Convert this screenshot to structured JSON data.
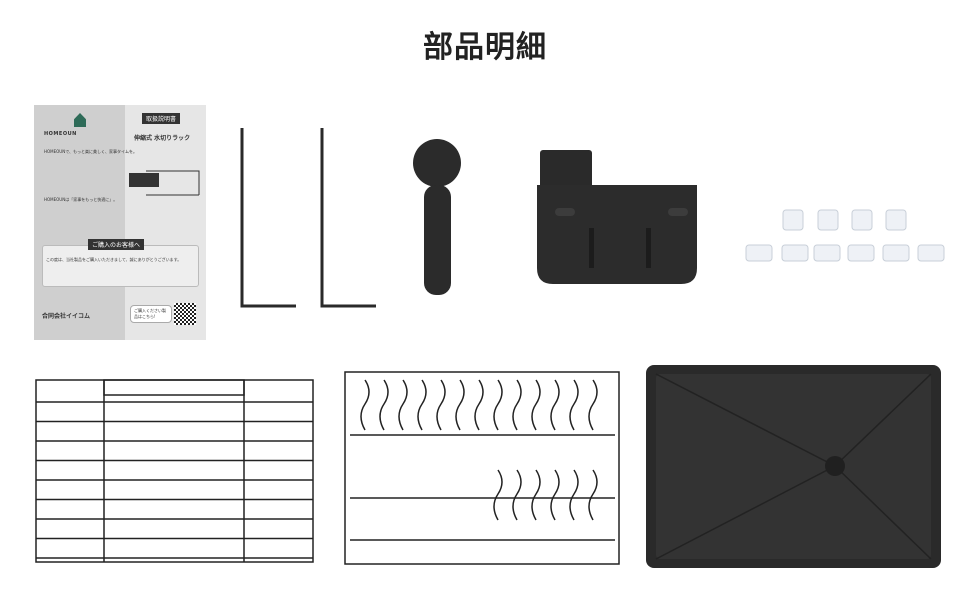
{
  "title": "部品明細",
  "manual": {
    "brand": "HOMEOUN",
    "tagline": "HOMEOUNで、もっと楽に美しく、家事タイムを。",
    "doc_type": "取扱説明書",
    "product": "伸縮式 水切りラック",
    "intro": "HOMEOUNは「家事をもっと快適に」。",
    "notice_heading": "ご購入のお客様へ",
    "notice_body": "この度は、当社製品をご購入いただきまして、誠にありがとうございます。",
    "company": "合同会社イイコム",
    "qr_note": "ご購入ください製品はこちら!"
  },
  "parts": [
    "instruction-manual",
    "hex-key",
    "hex-key",
    "handle",
    "cutlery-holder",
    "clips",
    "flat-rack",
    "dish-rack",
    "drip-tray"
  ]
}
